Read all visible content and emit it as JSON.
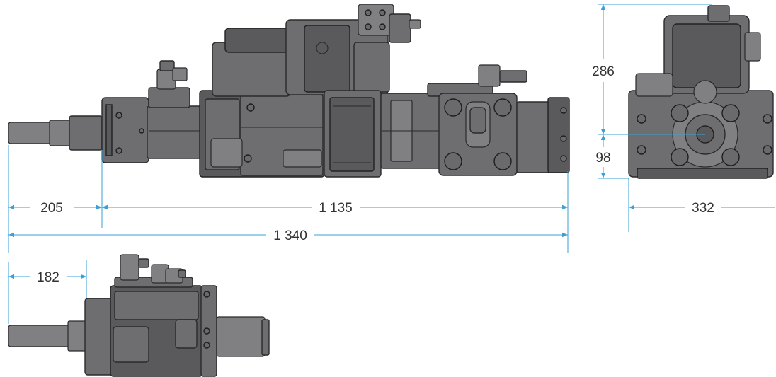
{
  "drawing": {
    "colors": {
      "dimension_line": "#3aa0d6",
      "body": "#6e6e70",
      "outline": "#2a2a2c"
    },
    "dimensions": {
      "front_shaft_length": "205",
      "body_length": "1 135",
      "total_length": "1 340",
      "side_shaft_length": "182",
      "height_upper": "286",
      "height_lower": "98",
      "width": "332"
    }
  }
}
